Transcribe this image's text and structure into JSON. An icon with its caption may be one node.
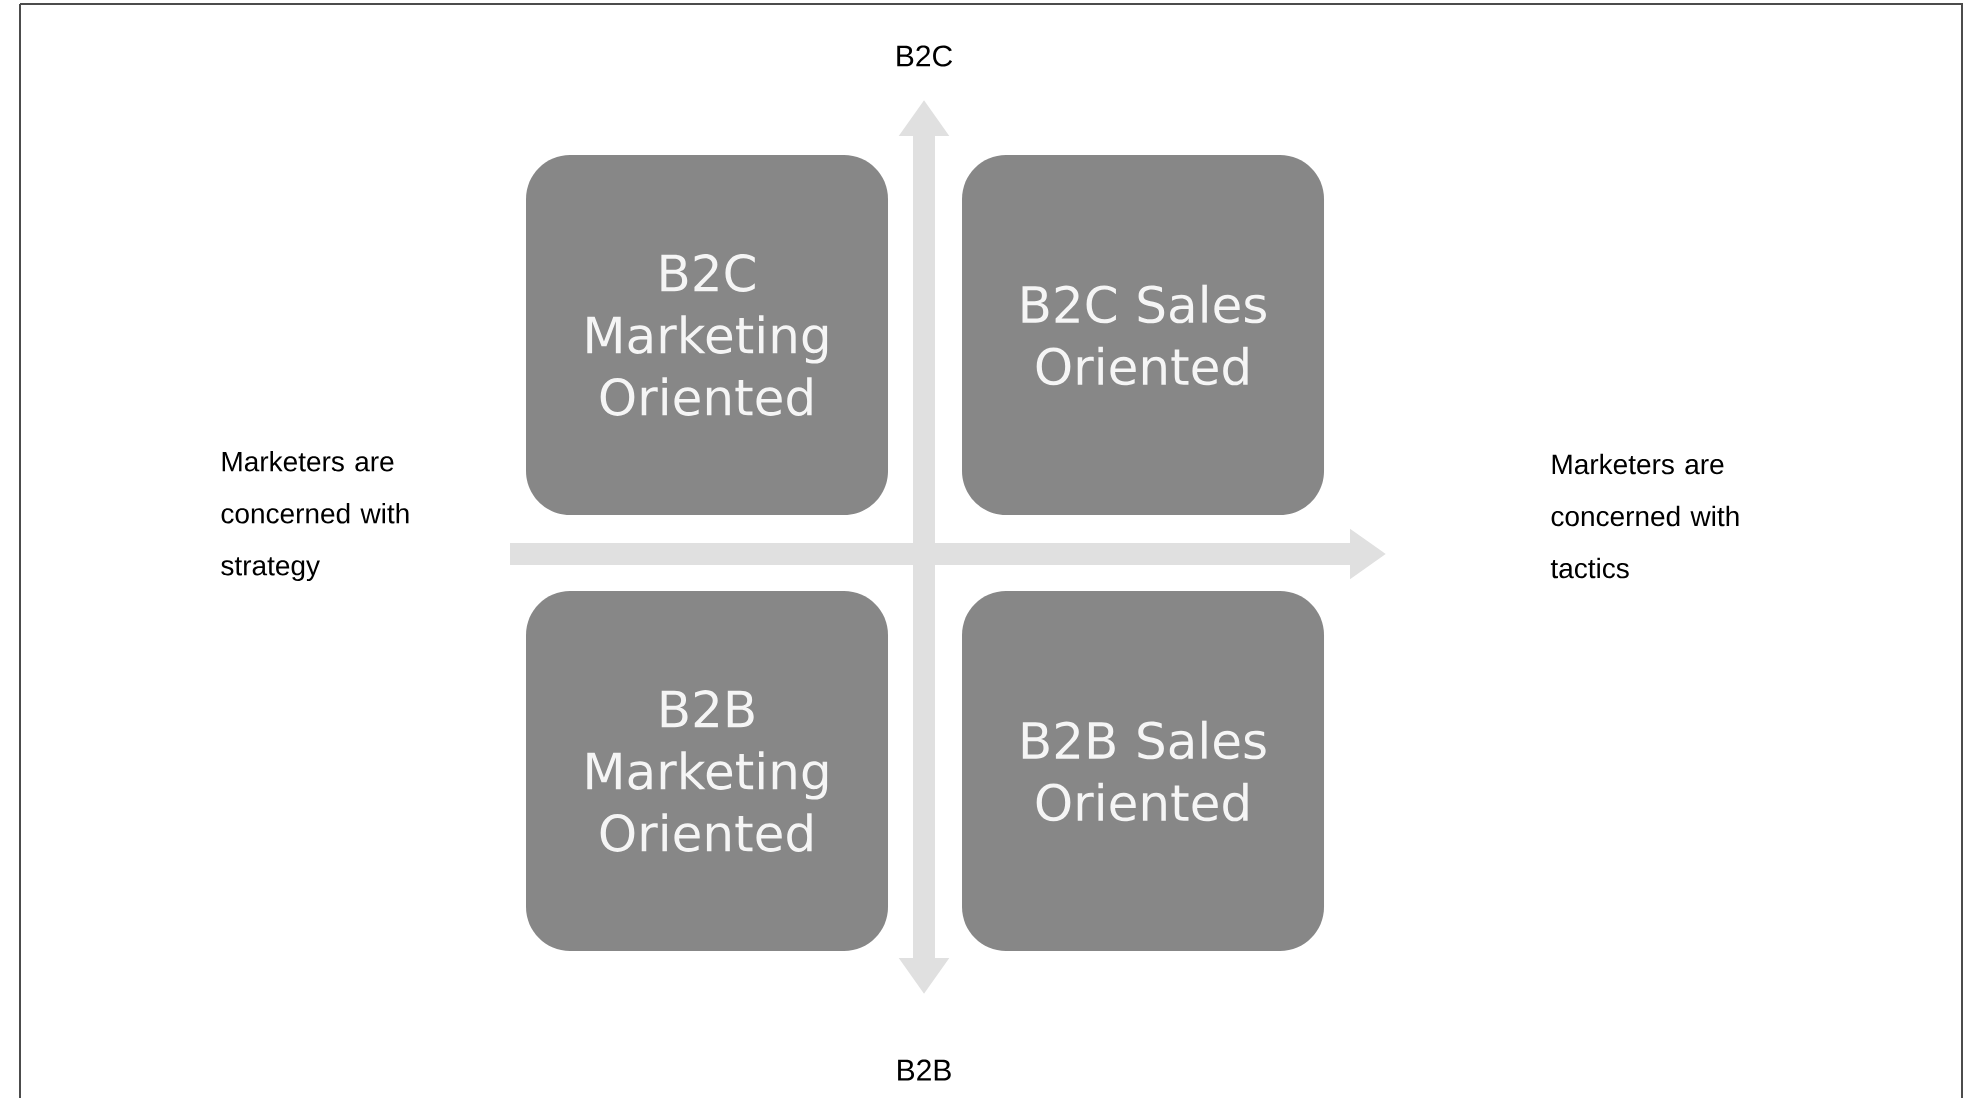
{
  "diagram": {
    "nodes": [
      {
        "text": [
          "B2C Marketing Oriented"
        ]
      },
      {
        "text": [
          "B2C Sales Oriented"
        ]
      },
      {
        "text": [
          "B2B Marketing Oriented"
        ]
      },
      {
        "text": [
          "B2B Sales Oriented"
        ]
      }
    ],
    "labels": [
      "B2C",
      "Marketers are concerned with strategy",
      "Marketers are concerned with tactics",
      "B2B"
    ]
  }
}
